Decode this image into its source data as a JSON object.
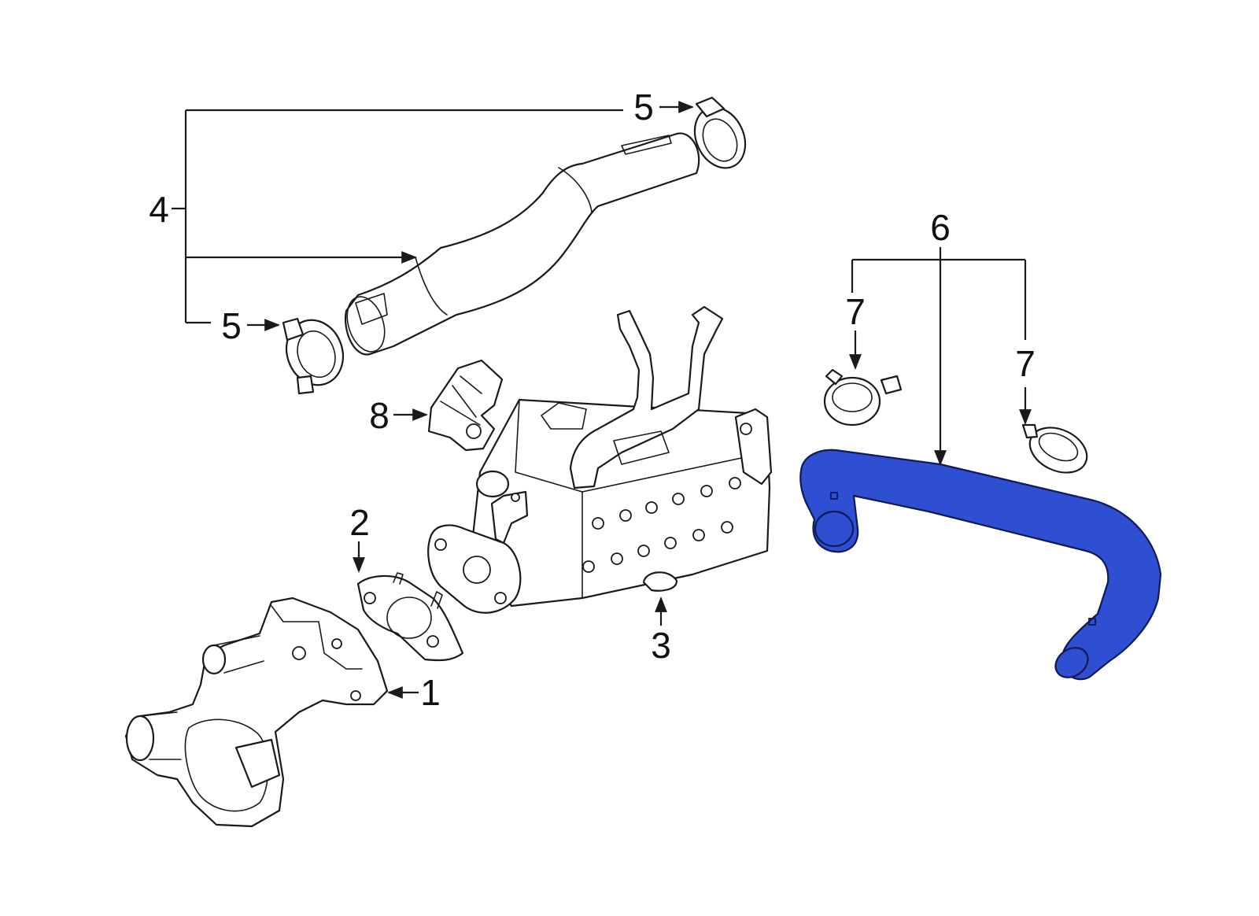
{
  "highlight_color": "#2f4fd3",
  "callouts": {
    "c1": "1",
    "c2": "2",
    "c3": "3",
    "c4": "4",
    "c5_top": "5",
    "c5_bottom": "5",
    "c6": "6",
    "c7_left": "7",
    "c7_right": "7",
    "c8": "8"
  },
  "parts": [
    {
      "ref": "1",
      "icon": "egr-valve-icon"
    },
    {
      "ref": "2",
      "icon": "gasket-icon"
    },
    {
      "ref": "3",
      "icon": "egr-cooler-icon"
    },
    {
      "ref": "4",
      "icon": "tube-assembly-icon"
    },
    {
      "ref": "5",
      "icon": "hose-clamp-icon"
    },
    {
      "ref": "6",
      "icon": "coolant-hose-icon",
      "highlighted": true
    },
    {
      "ref": "7",
      "icon": "hose-clamp-icon"
    },
    {
      "ref": "8",
      "icon": "bracket-icon"
    }
  ]
}
